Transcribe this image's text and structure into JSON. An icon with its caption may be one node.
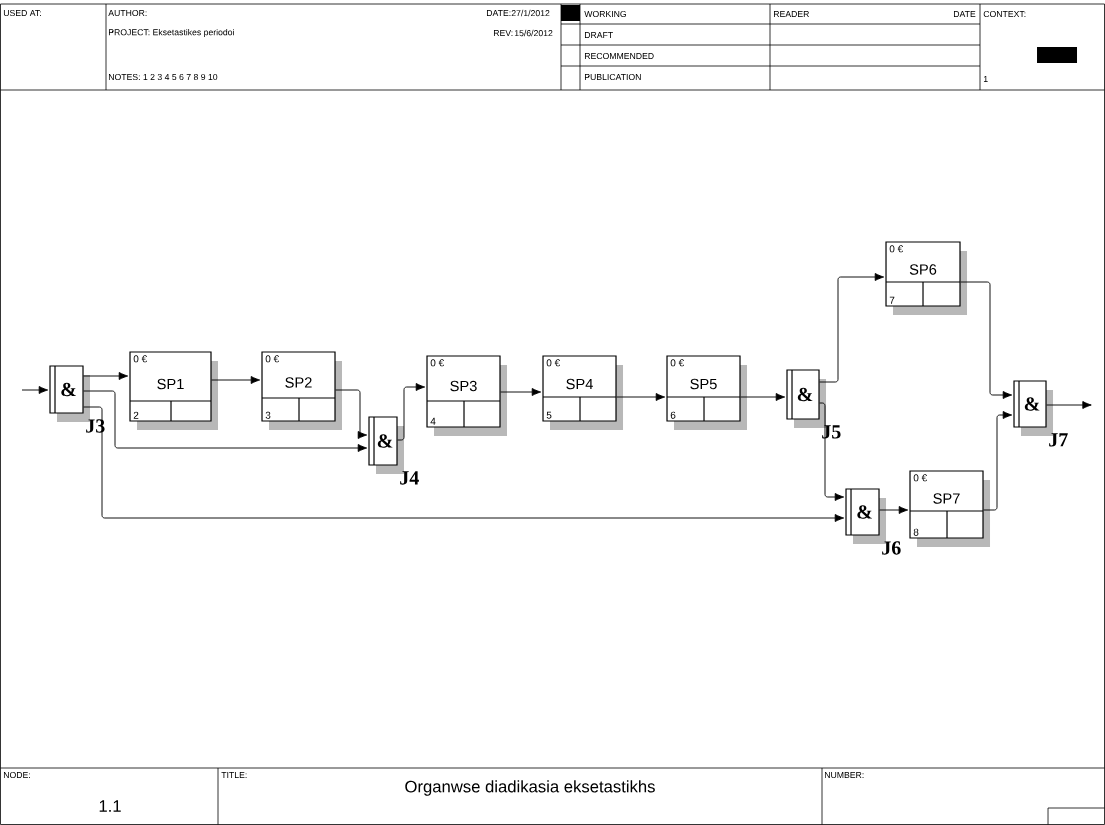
{
  "diagram": {
    "title": "Organwse diadikasia eksetastikhs",
    "nodes": [
      {
        "text": [
          "&"
        ],
        "beside": [
          "J3"
        ]
      },
      {
        "text": [
          "0 €",
          "SP1",
          "2"
        ]
      },
      {
        "text": [
          "0 €",
          "SP2",
          "3"
        ]
      },
      {
        "text": [
          "&"
        ],
        "beside": [
          "J4"
        ]
      },
      {
        "text": [
          "0 €",
          "SP3",
          "4"
        ]
      },
      {
        "text": [
          "0 €",
          "SP4",
          "5"
        ]
      },
      {
        "text": [
          "0 €",
          "SP5",
          "6"
        ]
      },
      {
        "text": [
          "&"
        ],
        "beside": [
          "J5"
        ]
      },
      {
        "text": [
          "0 €",
          "SP6",
          "7"
        ]
      },
      {
        "text": [
          "&"
        ],
        "beside": [
          "J6"
        ]
      },
      {
        "text": [
          "0 €",
          "SP7",
          "8"
        ]
      },
      {
        "text": [
          "&"
        ],
        "beside": [
          "J7"
        ]
      }
    ],
    "edges": [
      {
        "from": null,
        "to": 0,
        "arrow": "to"
      },
      {
        "from": 0,
        "to": 1,
        "arrow": "to"
      },
      {
        "from": 0,
        "to": 3,
        "arrow": "to"
      },
      {
        "from": 0,
        "to": 9,
        "arrow": "to"
      },
      {
        "from": 1,
        "to": 2,
        "arrow": "to"
      },
      {
        "from": 2,
        "to": 3,
        "arrow": "to"
      },
      {
        "from": 3,
        "to": 4,
        "arrow": "to"
      },
      {
        "from": 4,
        "to": 5,
        "arrow": "to"
      },
      {
        "from": 5,
        "to": 6,
        "arrow": "to"
      },
      {
        "from": 6,
        "to": 7,
        "arrow": "to"
      },
      {
        "from": 7,
        "to": 8,
        "arrow": "to"
      },
      {
        "from": 7,
        "to": 9,
        "arrow": "to"
      },
      {
        "from": 8,
        "to": 11,
        "arrow": "to"
      },
      {
        "from": 9,
        "to": 10,
        "arrow": "to"
      },
      {
        "from": 10,
        "to": 11,
        "arrow": "to"
      },
      {
        "from": 11,
        "to": null,
        "arrow": "to"
      }
    ],
    "labels": [
      "USED AT:",
      "AUTHOR:",
      "DATE:",
      "27/1/2012",
      "WORKING",
      "READER",
      "DATE",
      "CONTEXT:",
      "PROJECT: Eksetastikes periodoi",
      "REV:",
      "15/6/2012",
      "DRAFT",
      "RECOMMENDED",
      "NOTES: 1 2 3 4 5 6 7 8 9 10",
      "PUBLICATION",
      "1",
      "NODE:",
      "TITLE:",
      "NUMBER:",
      "1.1"
    ]
  }
}
